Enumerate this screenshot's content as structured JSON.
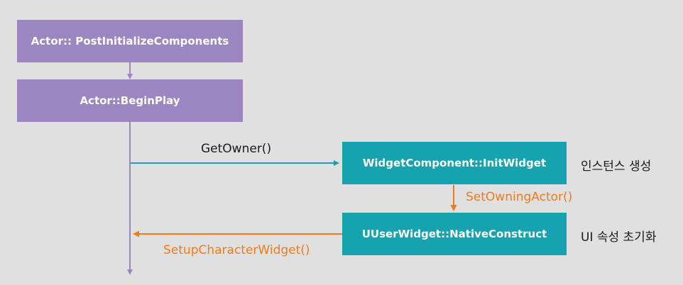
{
  "boxes": {
    "post_init": "Actor:: PostInitializeComponents",
    "begin_play": "Actor::BeginPlay",
    "init_widget": "WidgetComponent::InitWidget",
    "native_construct": "UUserWidget::NativeConstruct"
  },
  "arrows": {
    "get_owner": "GetOwner()",
    "set_owning_actor": "SetOwningActor()",
    "setup_character_widget": "SetupCharacterWidget()"
  },
  "notes": {
    "create_instance": "인스턴스 생성",
    "init_ui_props": "UI 속성 초기화"
  },
  "colors": {
    "purple": "#9b86c2",
    "teal": "#17a2b0",
    "orange": "#f07b1a",
    "line_purple": "#9b86c2",
    "line_teal": "#17a2b0"
  }
}
